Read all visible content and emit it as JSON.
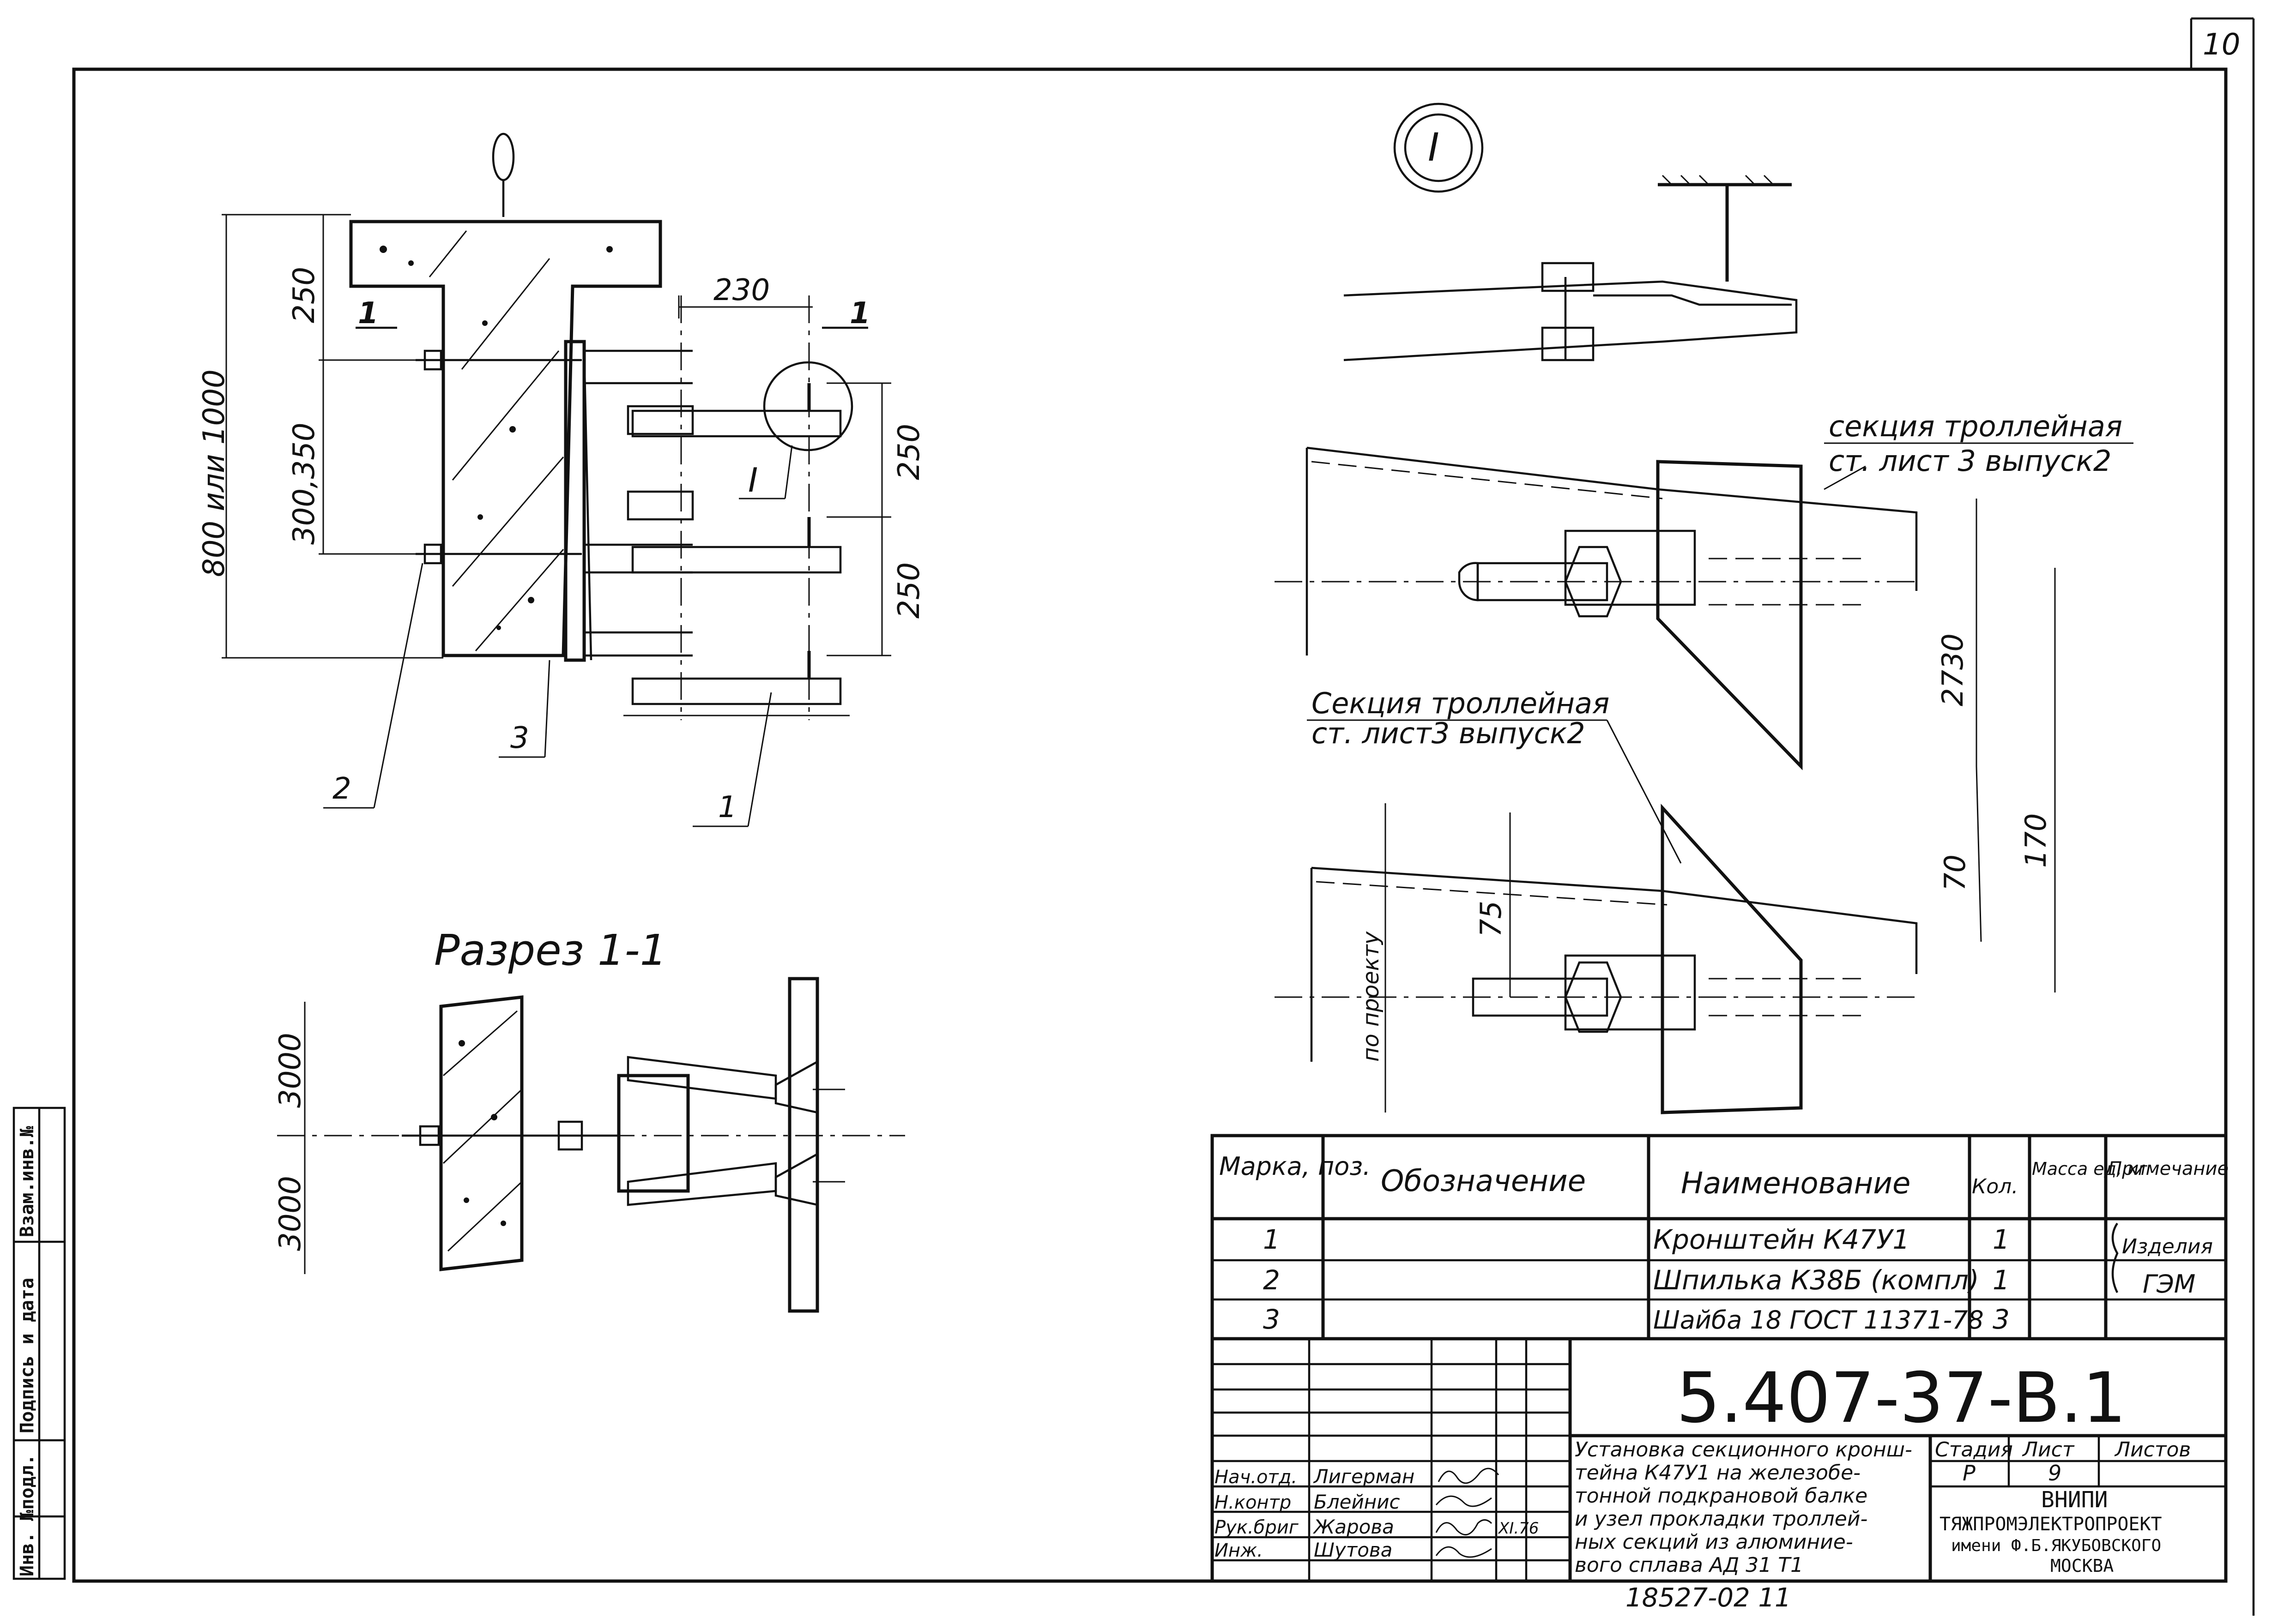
{
  "sheet_number": "10",
  "left_strip": {
    "inv_podl": "Инв. №подл.",
    "podpis_data": "Подпись и дата",
    "vzam_inv": "Взам.инв.№"
  },
  "main_view": {
    "dim_250_top": "250",
    "dim_300_350": "300,350",
    "dim_800_1000": "800 или 1000",
    "dim_230": "230",
    "dim_250_a": "250",
    "dim_250_b": "250",
    "section_mark_left": "1",
    "section_mark_right": "1",
    "callout_I": "I",
    "pos_1": "1",
    "pos_2": "2",
    "pos_3": "3"
  },
  "section_view": {
    "title": "Разрез 1-1",
    "dim_3000_top": "3000",
    "dim_3000_bottom": "3000"
  },
  "detail_I": {
    "badge": "I",
    "label_upper_line1": "секция троллейная",
    "label_upper_line2": "ст. лист 3 выпуск2",
    "label_lower_line1": "Секция троллейная",
    "label_lower_line2": "ст. лист3 выпуск2",
    "dim_2730": "2730",
    "dim_170": "170",
    "dim_70": "70",
    "dim_75": "75",
    "po_proektu": "по проекту"
  },
  "spec_table": {
    "headers": {
      "marka": "Марка, поз.",
      "oboznachenie": "Обозначение",
      "naimenovanie": "Наименование",
      "kol": "Кол.",
      "massa": "Масса ед, кг",
      "primechanie": "Примечание"
    },
    "rows": [
      {
        "pos": "1",
        "name": "Кронштейн К47У1",
        "qty": "1"
      },
      {
        "pos": "2",
        "name": "Шпилька К38Б (компл)",
        "qty": "1"
      },
      {
        "pos": "3",
        "name": "Шайба 18 ГОСТ 11371-78",
        "qty": "3"
      }
    ],
    "note_line1": "Изделия",
    "note_line2": "ГЭМ"
  },
  "title_block": {
    "doc_code": "5.407-37-В.1",
    "description": [
      "Установка секционного кронш-",
      "тейна К47У1 на железобе-",
      "тонной подкрановой балке",
      "и узел прокладки троллей-",
      "ных секций из алюминие-",
      "вого сплава АД 31 Т1"
    ],
    "stadiya_label": "Стадия",
    "list_label": "Лист",
    "listov_label": "Листов",
    "stadiya_value": "Р",
    "list_value": "9",
    "org_line1": "ВНИПИ",
    "org_line2": "ТЯЖПРОМЭЛЕКТРОПРОЕКТ",
    "org_line3": "имени Ф.Б.ЯКУБОВСКОГО",
    "org_line4": "МОСКВА",
    "staff": [
      {
        "role": "Нач.отд.",
        "name": "Лигерман"
      },
      {
        "role": "Н.контр",
        "name": "Блейнис"
      },
      {
        "role": "Рук.бриг",
        "name": "Жарова"
      },
      {
        "role": "Инж.",
        "name": "Шутова"
      }
    ],
    "date_short": "XI.76",
    "archive_number": "18527-02   11"
  }
}
